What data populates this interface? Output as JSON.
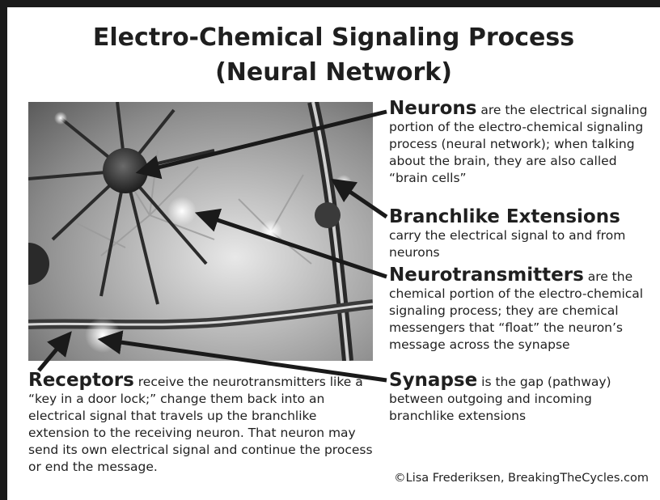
{
  "title": {
    "line1": "Electro-Chemical Signaling Process",
    "line2": "(Neural Network)"
  },
  "callouts": {
    "neurons": {
      "term": "Neurons",
      "text": " are the electrical signaling portion of the electro-chemical signaling process (neural network); when talking about the brain, they are also called “brain cells”"
    },
    "branchlike": {
      "term": "Branchlike Extensions",
      "text": " carry the electrical signal to and from neurons"
    },
    "neurotransmitters": {
      "term": "Neurotransmitters",
      "text": " are the chemical portion of the electro-chemical signaling process; they are chemical messengers that “float” the neuron’s message across the synapse"
    },
    "synapse": {
      "term": "Synapse",
      "text": " is the gap (pathway) between outgoing and incoming branchlike extensions"
    },
    "receptors": {
      "term": "Receptors",
      "text": " receive the neurotransmitters like a “key in a door lock;” change them back into an electrical signal that travels up the branchlike extension to the receiving neuron. That neuron may send its own electrical signal and continue the process or end the message."
    }
  },
  "copyright": "©Lisa Frederiksen, BreakingTheCycles.com",
  "colors": {
    "text": "#1f1f1f",
    "arrow": "#1a1a1a",
    "frame": "#1a1a1a"
  }
}
